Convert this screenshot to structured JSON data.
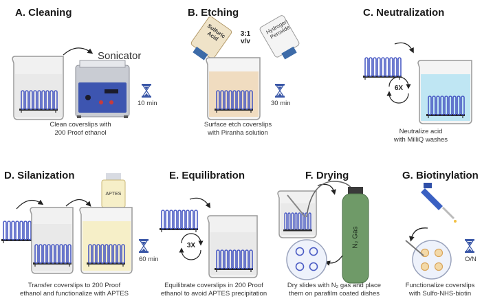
{
  "panels": {
    "a": {
      "title": "A. Cleaning",
      "device": "Sonicator",
      "timer": "10 min",
      "caption_1": "Clean coverslips with",
      "caption_2": "200 Proof ethanol"
    },
    "b": {
      "title": "B. Etching",
      "bottle_left": "Sulfuric Acid",
      "bottle_right": "Hydrogen Peroxide",
      "ratio_1": "3:1",
      "ratio_2": "v/v",
      "timer": "30 min",
      "caption_1": "Surface etch coverslips",
      "caption_2": "with Piranha solution"
    },
    "c": {
      "title": "C. Neutralization",
      "repeat": "6X",
      "caption_1": "Neutralize acid",
      "caption_2": "with MilliQ washes"
    },
    "d": {
      "title": "D. Silanization",
      "vial_label": "APTES",
      "timer": "60 min",
      "caption_1": "Transfer coverslips to 200 Proof",
      "caption_2": "ethanol and functionalize with APTES"
    },
    "e": {
      "title": "E. Equilibration",
      "repeat": "3X",
      "caption_1": "Equilibrate coverslips in 200 Proof",
      "caption_2": "ethanol to avoid APTES precipitation"
    },
    "f": {
      "title": "F. Drying",
      "tank_label": "N₂ Gas",
      "caption_1": "Dry slides with N₂ gas and place",
      "caption_2": "them on parafilm coated dishes"
    },
    "g": {
      "title": "G. Biotinylation",
      "timer": "O/N",
      "caption_1": "Functionalize coverslips",
      "caption_2": "with Sulfo-NHS-biotin"
    }
  },
  "colors": {
    "coverslip": "#4a5bc4",
    "rack": "#2b2b2b",
    "piranha": "#f0dcc0",
    "water": "#bfe6f3",
    "aptes": "#f6efc8",
    "sonicator_panel": "#3d55b0",
    "hourglass": "#3a57a7"
  }
}
